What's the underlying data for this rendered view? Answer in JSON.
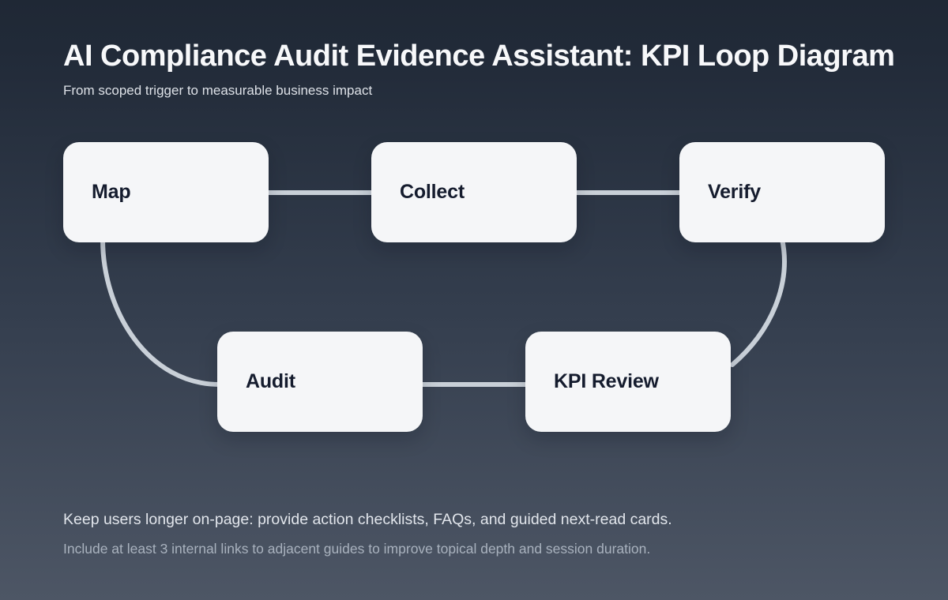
{
  "header": {
    "title": "AI Compliance Audit Evidence Assistant: KPI Loop Diagram",
    "subtitle": "From scoped trigger to measurable business impact"
  },
  "diagram": {
    "nodes": [
      {
        "id": "map",
        "label": "Map"
      },
      {
        "id": "collect",
        "label": "Collect"
      },
      {
        "id": "verify",
        "label": "Verify"
      },
      {
        "id": "audit",
        "label": "Audit"
      },
      {
        "id": "kpi_review",
        "label": "KPI Review"
      }
    ],
    "edges": [
      {
        "from": "Map",
        "to": "Collect"
      },
      {
        "from": "Collect",
        "to": "Verify"
      },
      {
        "from": "Verify",
        "to": "KPI Review"
      },
      {
        "from": "KPI Review",
        "to": "Audit"
      },
      {
        "from": "Audit",
        "to": "Map"
      }
    ],
    "colors": {
      "node_fill": "#f5f6f8",
      "node_text": "#151c2e",
      "connector": "#c9d0d8"
    }
  },
  "footer": {
    "line1": "Keep users longer on-page: provide action checklists, FAQs, and guided next-read cards.",
    "line2": "Include at least 3 internal links to adjacent guides to improve topical depth and session duration."
  },
  "background": {
    "top": "#212a38",
    "bottom": "#4d5665"
  }
}
